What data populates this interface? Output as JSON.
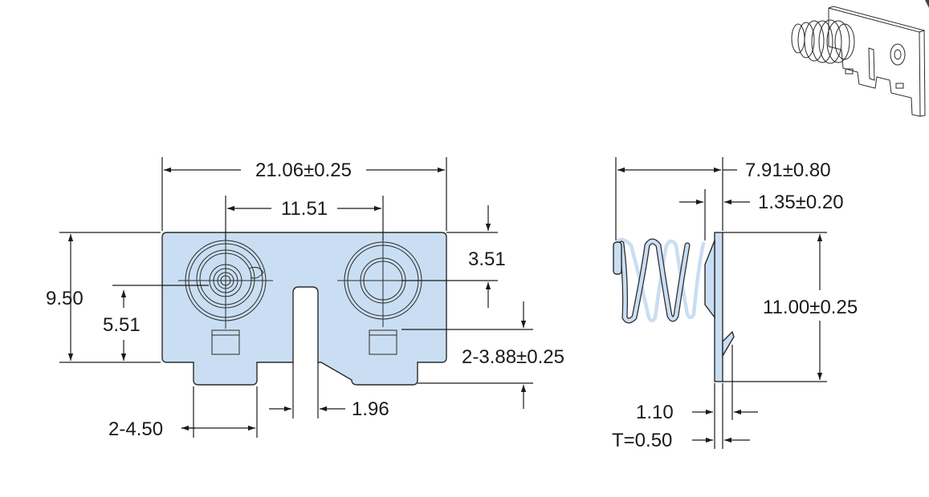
{
  "colors": {
    "part_fill": "#c9def2",
    "line": "#1a1a1a",
    "background": "#ffffff"
  },
  "dimensions": {
    "overall_width": "21.06±0.25",
    "hole_spacing": "11.51",
    "top_offset": "3.51",
    "overall_height": "9.50",
    "center_height": "5.51",
    "tab_height": "2-3.88±0.25",
    "slot_width": "1.96",
    "tab_width": "2-4.50",
    "spring_depth": "7.91±0.80",
    "spring_offset": "1.35±0.20",
    "side_height": "11.00±0.25",
    "tab_thickness": "1.10",
    "thickness": "T=0.50"
  }
}
